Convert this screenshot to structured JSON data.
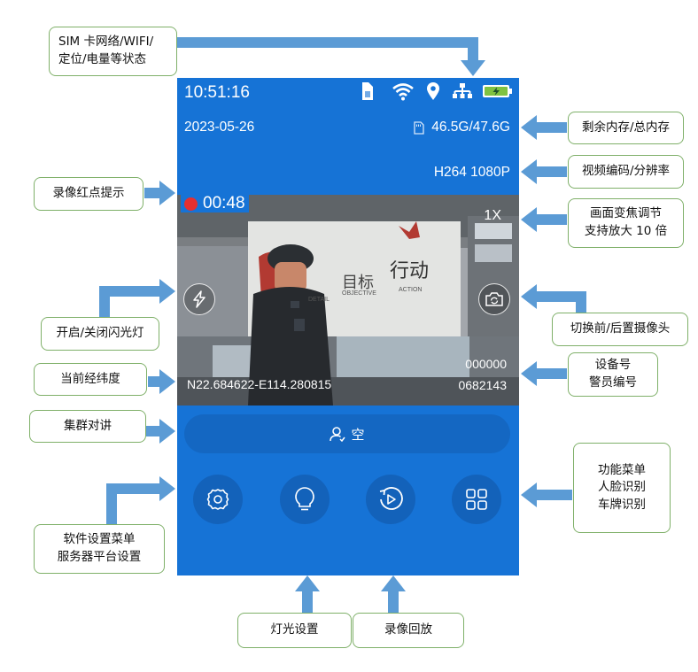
{
  "annotations": {
    "status_icons": [
      "SIM 卡网络/WIFI/",
      "定位/电量等状态"
    ],
    "storage": "剩余内存/总内存",
    "codec": "视频编码/分辨率",
    "rec_indicator": "录像红点提示",
    "zoom": [
      "画面变焦调节",
      "支持放大 10 倍"
    ],
    "flash": "开启/关闭闪光灯",
    "switch_camera": "切换前/后置摄像头",
    "coords": "当前经纬度",
    "device_id": [
      "设备号",
      "警员编号"
    ],
    "ptt": "集群对讲",
    "function_menu": [
      "功能菜单",
      "人脸识别",
      "车牌识别"
    ],
    "settings": [
      "软件设置菜单",
      "服务器平台设置"
    ],
    "light": "灯光设置",
    "playback": "录像回放"
  },
  "phone": {
    "time": "10:51:16",
    "date": "2023-05-26",
    "storage": "46.5G/47.6G",
    "codec": "H264 1080P",
    "rec_time": "00:48",
    "zoom": "1X",
    "coords": "N22.684622-E114.280815",
    "device_id": "000000",
    "police_id": "0682143",
    "ptt_label": "空",
    "wall_text": {
      "detail": "DETAIL",
      "goal_zh": "目标",
      "objective": "OBJECTIVE",
      "action_zh": "行动",
      "action": "ACTION"
    }
  },
  "colors": {
    "phone_bg": "#1673d6",
    "arrow": "#5b9bd5",
    "callout_border": "#7fb069",
    "rec_dot": "#e53030"
  },
  "icons": [
    "sim-card-icon",
    "wifi-icon",
    "location-pin-icon",
    "network-icon",
    "battery-charging-icon",
    "sd-card-icon",
    "flash-icon",
    "switch-camera-icon",
    "person-icon",
    "settings-gear-icon",
    "light-bulb-icon",
    "playback-icon",
    "app-grid-icon"
  ]
}
